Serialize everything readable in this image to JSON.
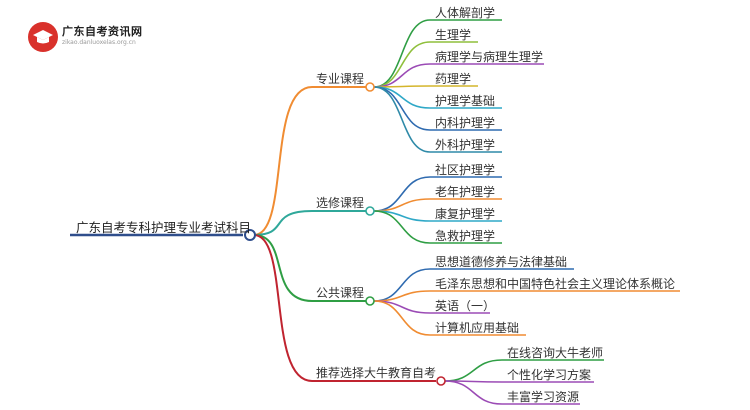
{
  "logo": {
    "title": "广东自考资讯网",
    "url": "zikao.danluoxelas.org.cn"
  },
  "root": {
    "label": "广东自考专科护理专业考试科目"
  },
  "branches": [
    {
      "label": "专业课程",
      "color": "#f08c32",
      "children": [
        {
          "label": "人体解剖学",
          "color": "#2f9e44"
        },
        {
          "label": "生理学",
          "color": "#8fbf3c"
        },
        {
          "label": "病理学与病理生理学",
          "color": "#9b4bb5"
        },
        {
          "label": "药理学",
          "color": "#d4b52b"
        },
        {
          "label": "护理学基础",
          "color": "#2fa8c7"
        },
        {
          "label": "内科护理学",
          "color": "#2f6bb0"
        },
        {
          "label": "外科护理学",
          "color": "#2f8aa8"
        }
      ]
    },
    {
      "label": "选修课程",
      "color": "#2fa89a",
      "children": [
        {
          "label": "社区护理学",
          "color": "#2f6bb0"
        },
        {
          "label": "老年护理学",
          "color": "#f08c32"
        },
        {
          "label": "康复护理学",
          "color": "#2fa8c7"
        },
        {
          "label": "急救护理学",
          "color": "#2f9e44"
        }
      ]
    },
    {
      "label": "公共课程",
      "color": "#2f9e44",
      "children": [
        {
          "label": "思想道德修养与法律基础",
          "color": "#2f6bb0"
        },
        {
          "label": "毛泽东思想和中国特色社会主义理论体系概论",
          "color": "#f08c32"
        },
        {
          "label": "英语（一）",
          "color": "#9b4bb5"
        },
        {
          "label": "计算机应用基础",
          "color": "#f08c32"
        }
      ]
    },
    {
      "label": "推荐选择大牛教育自考",
      "color": "#c02430",
      "children": [
        {
          "label": "在线咨询大牛老师",
          "color": "#2f9e44"
        },
        {
          "label": "个性化学习方案",
          "color": "#9b4bb5"
        },
        {
          "label": "丰富学习资源",
          "color": "#9b4bb5"
        }
      ]
    }
  ],
  "colors": {
    "root": "#2f4e8c"
  }
}
